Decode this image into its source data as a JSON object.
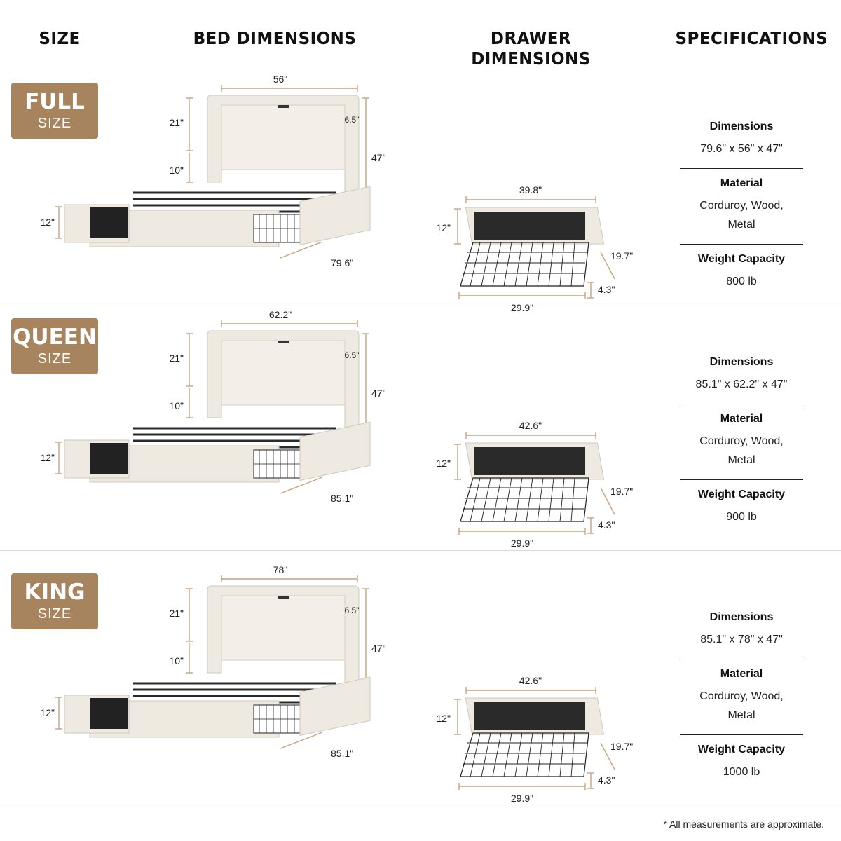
{
  "headers": {
    "size": "SIZE",
    "bed": "BED DIMENSIONS",
    "drawer": "DRAWER DIMENSIONS",
    "specs": "SPECIFICATIONS"
  },
  "rows": [
    {
      "badge_big": "FULL",
      "badge_small": "SIZE",
      "bed": {
        "width": "56\"",
        "headboard_top": "21\"",
        "headboard_gap": "10\"",
        "wing": "6.5\"",
        "height": "47\"",
        "drawer_h": "12\"",
        "length": "79.6\""
      },
      "drawer": {
        "width": "39.8\"",
        "height": "12\"",
        "depth": "19.7\"",
        "basket_h": "4.3\"",
        "bottom": "29.9\""
      },
      "specs": {
        "dim_title": "Dimensions",
        "dim_value": "79.6\" x 56\" x 47\"",
        "mat_title": "Material",
        "mat_value": "Corduroy, Wood, Metal",
        "cap_title": "Weight Capacity",
        "cap_value": "800 lb"
      }
    },
    {
      "badge_big": "QUEEN",
      "badge_small": "SIZE",
      "bed": {
        "width": "62.2\"",
        "headboard_top": "21\"",
        "headboard_gap": "10\"",
        "wing": "6.5\"",
        "height": "47\"",
        "drawer_h": "12\"",
        "length": "85.1\""
      },
      "drawer": {
        "width": "42.6\"",
        "height": "12\"",
        "depth": "19.7\"",
        "basket_h": "4.3\"",
        "bottom": "29.9\""
      },
      "specs": {
        "dim_title": "Dimensions",
        "dim_value": "85.1\" x 62.2\" x 47\"",
        "mat_title": "Material",
        "mat_value": "Corduroy, Wood, Metal",
        "cap_title": "Weight Capacity",
        "cap_value": "900 lb"
      }
    },
    {
      "badge_big": "KING",
      "badge_small": "SIZE",
      "bed": {
        "width": "78\"",
        "headboard_top": "21\"",
        "headboard_gap": "10\"",
        "wing": "6.5\"",
        "height": "47\"",
        "drawer_h": "12\"",
        "length": "85.1\""
      },
      "drawer": {
        "width": "42.6\"",
        "height": "12\"",
        "depth": "19.7\"",
        "basket_h": "4.3\"",
        "bottom": "29.9\""
      },
      "specs": {
        "dim_title": "Dimensions",
        "dim_value": "85.1\" x 78\" x 47\"",
        "mat_title": "Material",
        "mat_value": "Corduroy, Wood, Metal",
        "cap_title": "Weight Capacity",
        "cap_value": "1000 lb"
      }
    }
  ],
  "footnote": "* All measurements are approximate.",
  "colors": {
    "badge": "#a8845e",
    "dimension_line": "#c8a27c",
    "fabric": "#efeae1",
    "frame": "#2a2a2a"
  }
}
